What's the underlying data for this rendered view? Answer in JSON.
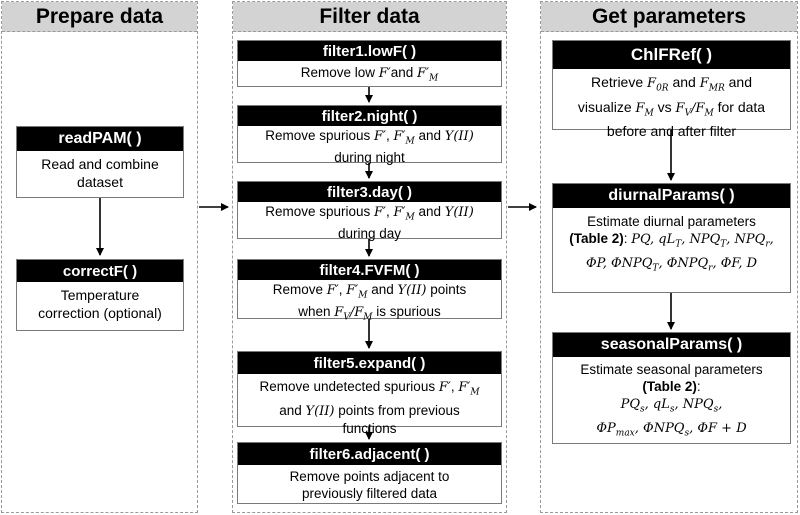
{
  "columns": {
    "prepare": "Prepare data",
    "filter": "Filter  data",
    "params": "Get parameters"
  },
  "prepare": {
    "readPAM": {
      "title": "readPAM( )",
      "desc": "Read and combine dataset"
    },
    "correctF": {
      "title": "correctF( )",
      "desc": "Temperature correction (optional)"
    }
  },
  "filter": {
    "f1": {
      "title": "filter1.lowF( )",
      "desc": "Remove low F′ and F′M"
    },
    "f2": {
      "title": "filter2.night( )",
      "desc": "Remove spurious F′, F′M and Y(II) during night"
    },
    "f3": {
      "title": "filter3.day( )",
      "desc": "Remove spurious F′, F′M and Y(II) during day"
    },
    "f4": {
      "title": "filter4.FVFM( )",
      "desc": "Remove F′, F′M and Y(II) points when FV/FM is spurious"
    },
    "f5": {
      "title": "filter5.expand( )",
      "desc": "Remove undetected spurious F′, F′M and Y(II) points from previous functions"
    },
    "f6": {
      "title": "filter6.adjacent( )",
      "desc": "Remove points adjacent to previously filtered data"
    }
  },
  "params": {
    "chl": {
      "title": "ChlFRef( )",
      "desc": "Retrieve F0R and FMR and visualize FM vs FV/FM for data before and after filter"
    },
    "diurnal": {
      "title": "diurnalParams( )",
      "desc": "Estimate diurnal parameters (Table 2): PQ, qLT, NPQT, NPQr, ΦP, ΦNPQT, ΦNPQr, ΦF, D"
    },
    "seasonal": {
      "title": "seasonalParams( )",
      "desc": "Estimate seasonal parameters (Table 2): PQs, qLs, NPQs, ΦPmax, ΦNPQs, ΦF + D"
    }
  },
  "colors": {
    "header_bg": "#d3d3d3",
    "title_bg": "#000000",
    "title_text": "#ffffff",
    "border": "#9a9a9a"
  }
}
